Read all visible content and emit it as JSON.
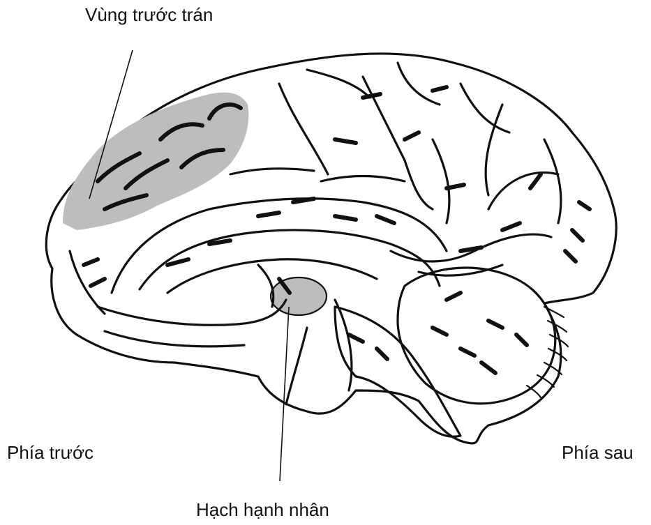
{
  "labels": {
    "prefrontal": "Vùng trước trán",
    "anterior": "Phía trước",
    "posterior": "Phía sau",
    "amygdala": "Hạch hạnh nhân"
  },
  "colors": {
    "highlight": "#bdbdbd",
    "outline": "#111111",
    "background": "#ffffff"
  }
}
